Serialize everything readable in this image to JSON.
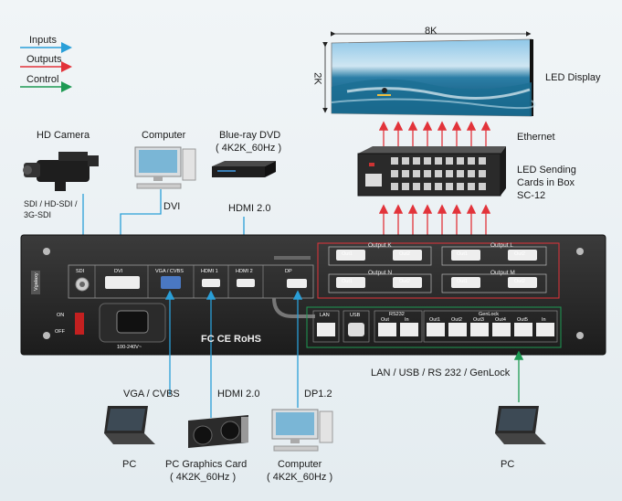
{
  "legend": {
    "inputs": "Inputs",
    "outputs": "Outputs",
    "control": "Control",
    "colors": {
      "inputs": "#2a9fd8",
      "outputs": "#e2333a",
      "control": "#1e9a53"
    }
  },
  "display": {
    "width_label": "8K",
    "height_label": "2K",
    "name": "LED  Display"
  },
  "sending": {
    "ethernet": "Ethernet",
    "name_lines": [
      "LED Sending",
      "Cards in Box",
      "SC-12"
    ]
  },
  "sources_top": {
    "camera": {
      "name": "HD Camera",
      "note_lines": [
        "SDI / HD-SDI /",
        "3G-SDI"
      ]
    },
    "computer": {
      "name": "Computer",
      "port": "DVI"
    },
    "bluray": {
      "name_lines": [
        "Blue-ray DVD",
        "( 4K2K_60Hz )"
      ],
      "port": "HDMI 2.0"
    }
  },
  "device": {
    "inputs": [
      "SDI",
      "DVI",
      "VGA / CVBS",
      "HDMI 1",
      "HDMI 2",
      "DP"
    ],
    "outputs": [
      "Output  K",
      "Output  L",
      "Output  N",
      "Output  M"
    ],
    "out_ports": [
      "Out1",
      "Out2"
    ],
    "control_ports": [
      "LAN",
      "USB",
      "RS232",
      "GenLock"
    ],
    "rs232_sub": [
      "Out",
      "In"
    ],
    "genlock_sub": [
      "Out1",
      "Out2",
      "Out3",
      "Out4",
      "Out5",
      "In"
    ],
    "power_on": "ON",
    "power_off": "OFF",
    "voltage": "100-240V~",
    "certs": "FC  CE  RoHS",
    "brand": "Vgalaxy"
  },
  "sources_bottom": {
    "pc_vga": {
      "port": "VGA / CVBS",
      "name": "PC"
    },
    "graphics": {
      "port": "HDMI 2.0",
      "name_lines": [
        "PC Graphics Card",
        "( 4K2K_60Hz )"
      ]
    },
    "computer_dp": {
      "port": "DP1.2",
      "name_lines": [
        "Computer",
        "( 4K2K_60Hz )"
      ]
    },
    "control_pc": {
      "port": "LAN / USB / RS 232 / GenLock",
      "name": "PC"
    }
  }
}
